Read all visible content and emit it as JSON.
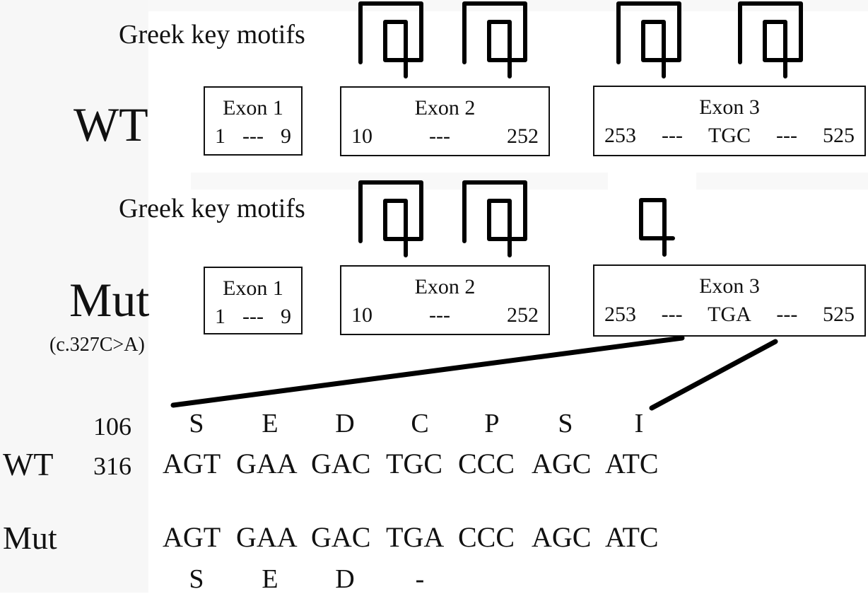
{
  "wt": {
    "motif_label": "Greek key motifs",
    "label": "WT",
    "motif_count": 4,
    "exons": [
      {
        "title": "Exon 1",
        "start": "1",
        "sep": "---",
        "end": "9"
      },
      {
        "title": "Exon 2",
        "start": "10",
        "sep": "---",
        "end": "252"
      },
      {
        "title": "Exon 3",
        "start": "253",
        "sep1": "---",
        "codon": "TGC",
        "sep2": "---",
        "end": "525"
      }
    ]
  },
  "mut": {
    "motif_label": "Greek key motifs",
    "label": "Mut",
    "mutation": "(c.327C>A)",
    "motif_count": 2,
    "truncated_motifs": 1,
    "exons": [
      {
        "title": "Exon 1",
        "start": "1",
        "sep": "---",
        "end": "9"
      },
      {
        "title": "Exon 2",
        "start": "10",
        "sep": "---",
        "end": "252"
      },
      {
        "title": "Exon 3",
        "start": "253",
        "sep1": "---",
        "codon": "TGA",
        "sep2": "---",
        "end": "525"
      }
    ]
  },
  "sequence": {
    "aa_start": "106",
    "nt_start": "316",
    "wt_label": "WT",
    "mut_label": "Mut",
    "wt_aa": [
      "S",
      "E",
      "D",
      "C",
      "P",
      "S",
      "I"
    ],
    "wt_codons": [
      "AGT",
      "GAA",
      "GAC",
      "TGC",
      "CCC",
      "AGC",
      "ATC"
    ],
    "mut_codons": [
      "AGT",
      "GAA",
      "GAC",
      "TGA",
      "CCC",
      "AGC",
      "ATC"
    ],
    "mut_aa": [
      "S",
      "E",
      "D",
      "-"
    ]
  }
}
